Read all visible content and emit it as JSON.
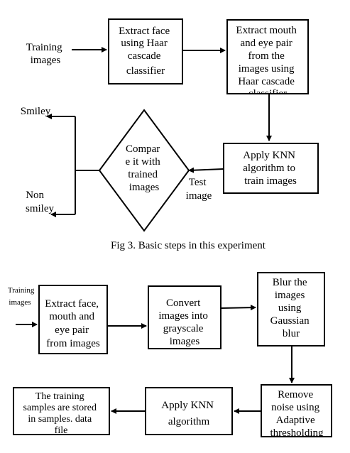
{
  "figure3": {
    "caption": "Fig 3. Basic steps in this experiment",
    "input_label": [
      "Training",
      "images"
    ],
    "box_extract_face": [
      "Extract face",
      "using Haar",
      "cascade",
      "classifier"
    ],
    "box_extract_mouth": [
      "Extract mouth",
      "and eye pair",
      "from the",
      "images using",
      "Haar cascade",
      "classifier"
    ],
    "box_apply_knn": [
      "Apply KNN",
      "algorithm to",
      "train images"
    ],
    "test_label": [
      "Test",
      "image"
    ],
    "diamond_compare": [
      "Compar",
      "e it with",
      "trained",
      "images"
    ],
    "output_smiley": "Smiley",
    "output_non_smiley": [
      "Non",
      "smiley"
    ]
  },
  "figure4": {
    "input_label": [
      "Training",
      "images"
    ],
    "box_extract": [
      "Extract face,",
      "mouth and",
      "eye pair",
      "from images"
    ],
    "box_grayscale": [
      "Convert",
      "images into",
      "grayscale",
      "images"
    ],
    "box_blur": [
      "Blur the",
      "images",
      "using",
      "Gaussian",
      "blur"
    ],
    "box_remove_noise": [
      "Remove",
      "noise using",
      "Adaptive",
      "thresholding"
    ],
    "box_apply_knn": [
      "Apply KNN",
      "algorithm"
    ],
    "box_store": [
      "The training",
      "samples are stored",
      "in samples. data",
      "file"
    ]
  }
}
